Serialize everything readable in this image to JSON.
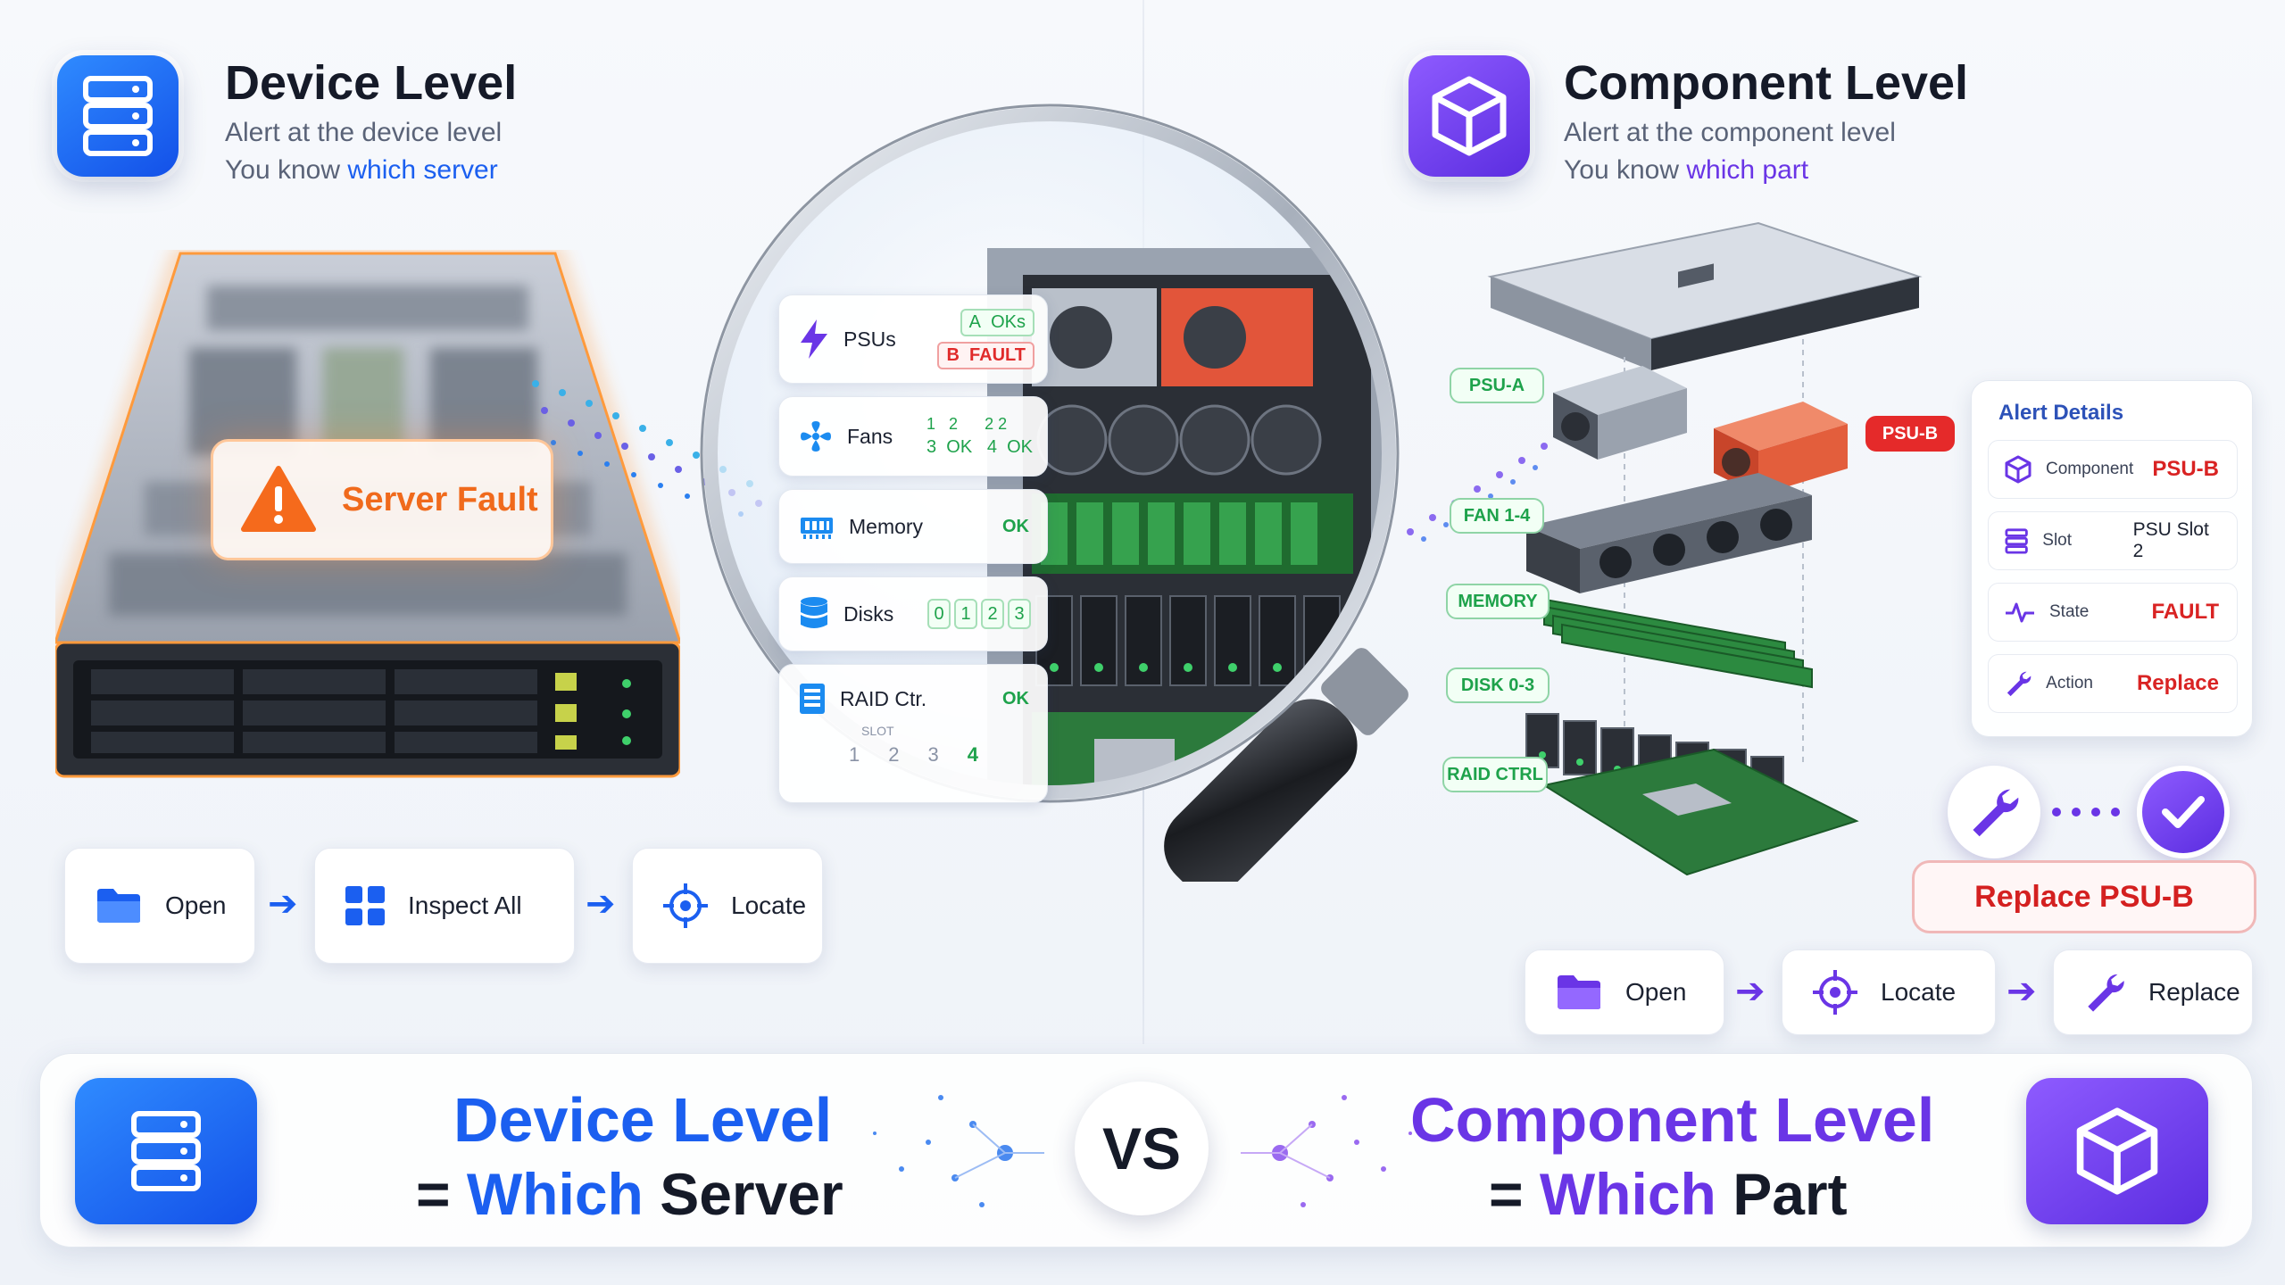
{
  "colors": {
    "blue": "#1b5ff0",
    "purple": "#6a35e6",
    "fault_red": "#e02b2b",
    "ok_green": "#1ea24b",
    "warn_orange": "#f06a1c"
  },
  "device": {
    "icon": "server-icon",
    "title": "Device Level",
    "sub1": "Alert at the device level",
    "sub2_prefix": "You know ",
    "sub2_highlight": "which server",
    "fault_label": "Server Fault",
    "steps": [
      {
        "label": "Open",
        "icon": "folder-icon"
      },
      {
        "label": "Inspect All",
        "icon": "grid-icon"
      },
      {
        "label": "Locate",
        "icon": "crosshair-icon"
      }
    ]
  },
  "lens": {
    "psus": {
      "label": "PSUs",
      "a_prefix": "A",
      "a_status": "OKs",
      "b_prefix": "B",
      "b_status": "FAULT"
    },
    "fans": {
      "label": "Fans",
      "r1a": "1",
      "r1b": "2",
      "r1c": "2 2",
      "r2a": "3",
      "r2b": "OK",
      "r2c": "4",
      "r2d": "OK"
    },
    "memory": {
      "label": "Memory",
      "status": "OK"
    },
    "disks": {
      "label": "Disks",
      "slots": [
        "0",
        "1",
        "2",
        "3"
      ]
    },
    "raid": {
      "label": "RAID Ctr.",
      "status": "OK",
      "slot_label": "SLOT",
      "slots": [
        "1",
        "2",
        "3",
        "4"
      ]
    }
  },
  "component": {
    "icon": "cube-icon",
    "title": "Component Level",
    "sub1": "Alert at the component level",
    "sub2_prefix": "You know ",
    "sub2_highlight": "which part",
    "labels": {
      "psu_a": "PSU-A",
      "psu_b": "PSU-B",
      "fan": "FAN 1-4",
      "memory": "MEMORY",
      "disk": "DISK 0-3",
      "raid": "RAID CTRL"
    },
    "alert": {
      "title": "Alert Details",
      "rows": [
        {
          "label": "Component",
          "value": "PSU-B",
          "icon": "cube-icon"
        },
        {
          "label": "Slot",
          "value": "PSU Slot 2",
          "icon": "slot-icon"
        },
        {
          "label": "State",
          "value": "FAULT",
          "icon": "pulse-icon"
        },
        {
          "label": "Action",
          "value": "Replace",
          "icon": "wrench-icon"
        }
      ]
    },
    "replace_label": "Replace PSU-B",
    "steps": [
      {
        "label": "Open",
        "icon": "folder-icon"
      },
      {
        "label": "Locate",
        "icon": "crosshair-icon"
      },
      {
        "label": "Replace",
        "icon": "wrench-icon"
      }
    ]
  },
  "banner": {
    "left_line1": "Device Level",
    "left_eq": "= ",
    "left_which": "Which",
    "left_rest": " Server",
    "vs": "VS",
    "right_line1": "Component Level",
    "right_eq": "= ",
    "right_which": "Which",
    "right_rest": " Part"
  }
}
